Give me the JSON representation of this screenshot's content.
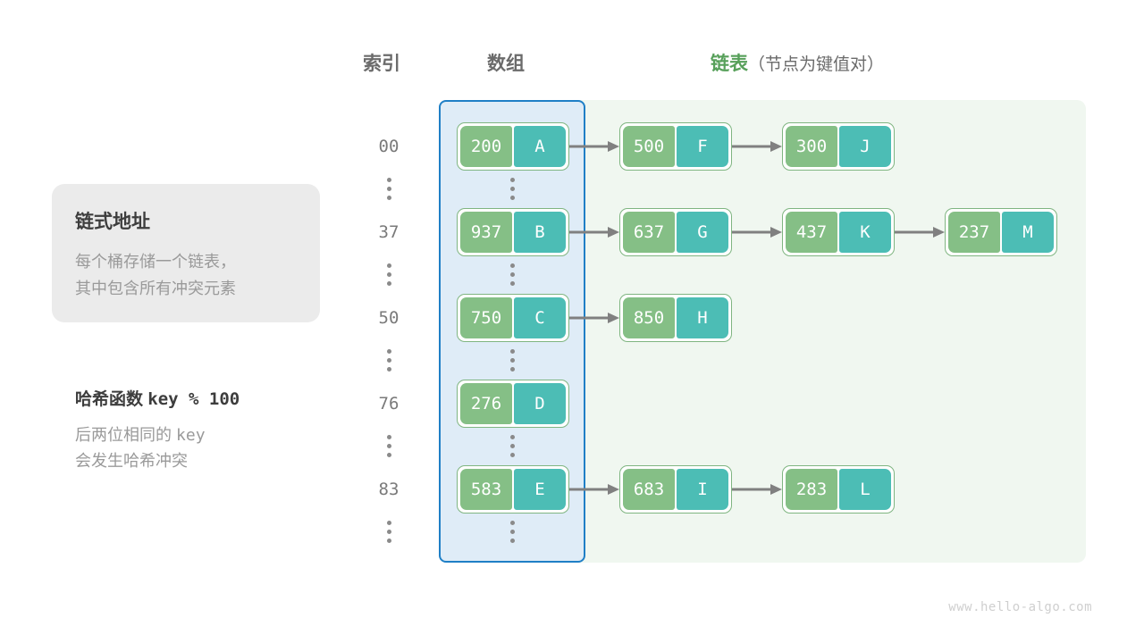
{
  "headers": {
    "index": "索引",
    "array": "数组",
    "list_main": "链表",
    "list_sub": "（节点为键值对）"
  },
  "info_card": {
    "title": "链式地址",
    "line1": "每个桶存储一个链表，",
    "line2": "其中包含所有冲突元素"
  },
  "hash_note": {
    "title_label": "哈希函数",
    "title_expr": "key % 100",
    "line1_text": "后两位相同的",
    "line1_mono": "key",
    "line2": "会发生哈希冲突"
  },
  "colors": {
    "array_panel_fill": "#dfecf7",
    "array_panel_border": "#1f7fc6",
    "list_panel_fill": "#f0f7f0",
    "node_border": "#7fb581",
    "key_cell": "#85bf86",
    "value_cell": "#4cbdb5",
    "arrow": "#808080",
    "index_text": "#7a7a7a",
    "accent_green": "#57a05a",
    "card_bg": "#ebebeb"
  },
  "watermark": "www.hello-algo.com",
  "buckets": [
    {
      "index": "00",
      "nodes": [
        {
          "key": "200",
          "value": "A"
        },
        {
          "key": "500",
          "value": "F"
        },
        {
          "key": "300",
          "value": "J"
        }
      ]
    },
    {
      "index": "37",
      "nodes": [
        {
          "key": "937",
          "value": "B"
        },
        {
          "key": "637",
          "value": "G"
        },
        {
          "key": "437",
          "value": "K"
        },
        {
          "key": "237",
          "value": "M"
        }
      ]
    },
    {
      "index": "50",
      "nodes": [
        {
          "key": "750",
          "value": "C"
        },
        {
          "key": "850",
          "value": "H"
        }
      ]
    },
    {
      "index": "76",
      "nodes": [
        {
          "key": "276",
          "value": "D"
        }
      ]
    },
    {
      "index": "83",
      "nodes": [
        {
          "key": "583",
          "value": "E"
        },
        {
          "key": "683",
          "value": "I"
        },
        {
          "key": "283",
          "value": "L"
        }
      ]
    }
  ],
  "ellipsis_glyph": "⋮"
}
